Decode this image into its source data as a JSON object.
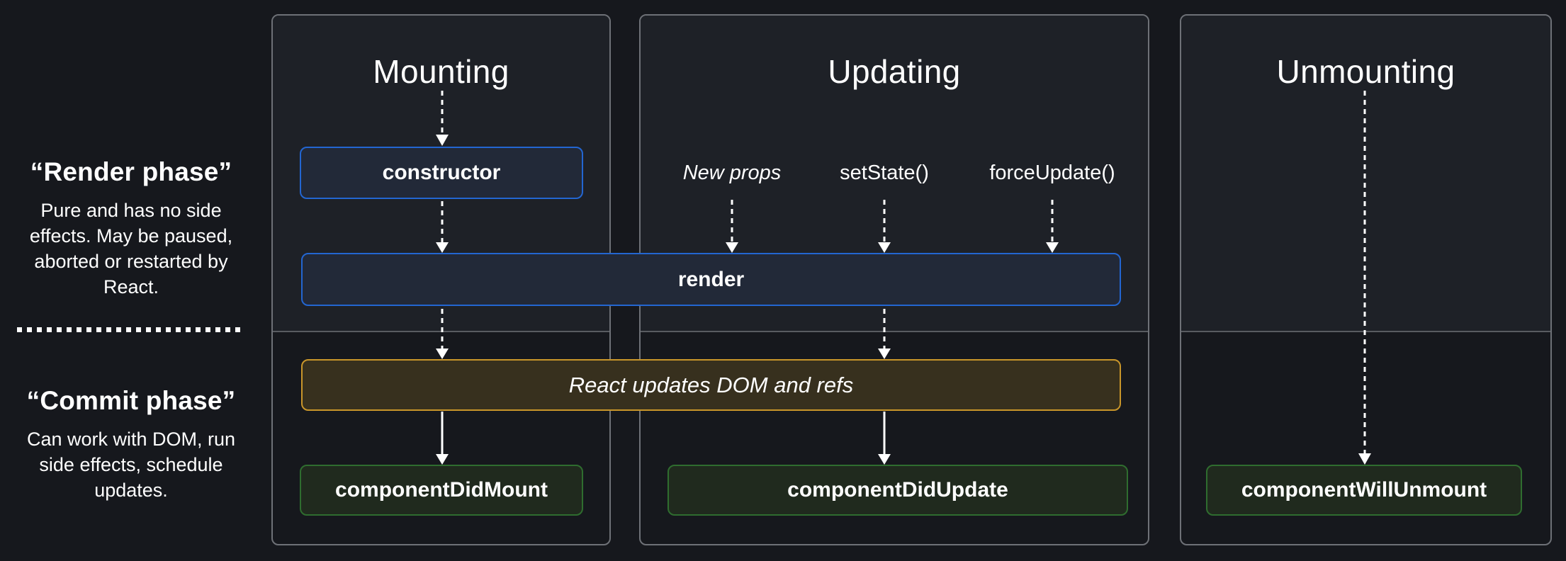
{
  "sidebar": {
    "render_phase": {
      "title": "“Render phase”",
      "description": "Pure and has no side effects. May be paused, aborted or restarted by React."
    },
    "commit_phase": {
      "title": "“Commit phase”",
      "description": "Can work with DOM, run side effects, schedule updates."
    }
  },
  "panels": {
    "mounting": {
      "title": "Mounting"
    },
    "updating": {
      "title": "Updating",
      "triggers": [
        "New props",
        "setState()",
        "forceUpdate()"
      ]
    },
    "unmounting": {
      "title": "Unmounting"
    }
  },
  "methods": {
    "constructor": "constructor",
    "render": "render",
    "dom_update": "React updates DOM and refs",
    "component_did_mount": "componentDidMount",
    "component_did_update": "componentDidUpdate",
    "component_will_unmount": "componentWillUnmount"
  },
  "colors": {
    "page_background": "#16181d",
    "render_phase_background": "#1e2127",
    "panel_border": "#6e7177",
    "phase_divider": "#595c61",
    "method_blue_border": "#2366d1",
    "method_blue_background": "#222938",
    "dom_gold_border": "#c9962a",
    "dom_gold_background": "#37301e",
    "lifecycle_green_border": "#2f6d2f",
    "lifecycle_green_background": "#202a1e",
    "arrow": "#ffffff"
  }
}
